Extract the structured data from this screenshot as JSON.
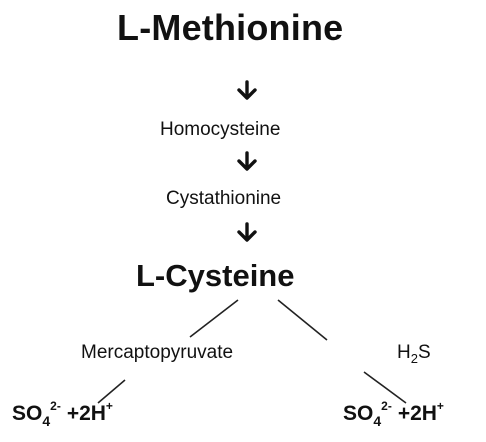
{
  "pathway": {
    "source": "L-Methionine",
    "step1": "Homocysteine",
    "step2": "Cystathionine",
    "hub": "L-Cysteine",
    "branch_left": "Mercaptopyruvate",
    "branch_right": {
      "base": "H",
      "sub": "2",
      "tail": "S"
    },
    "product_left": {
      "base": "SO",
      "sub": "4",
      "sup": "2-",
      "tail": "+2H",
      "tail_sup": "+"
    },
    "product_right": {
      "base": "SO",
      "sub": "4",
      "sup": "2-",
      "tail": "+2H",
      "tail_sup": "+"
    }
  }
}
